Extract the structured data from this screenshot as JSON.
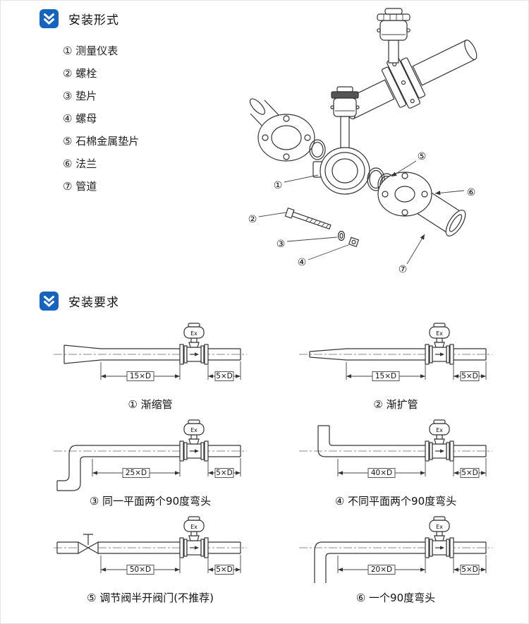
{
  "page": {
    "accent": "#1565c0"
  },
  "section_install_form": {
    "title": "安装形式",
    "parts": [
      "① 测量仪表",
      "② 螺栓",
      "③ 垫片",
      "④ 螺母",
      "⑤ 石棉金属垫片",
      "⑥ 法兰",
      "⑦ 管道"
    ],
    "diagram_labels": [
      "①",
      "②",
      "③",
      "④",
      "⑤",
      "⑥",
      "⑦"
    ]
  },
  "section_install_req": {
    "title": "安装要求",
    "meter_label": "Ex",
    "figures": [
      {
        "caption": "① 渐缩管",
        "upstream": "15×D",
        "downstream": "5×D"
      },
      {
        "caption": "② 渐扩管",
        "upstream": "15×D",
        "downstream": "5×D"
      },
      {
        "caption": "③ 同一平面两个90度弯头",
        "upstream": "25×D",
        "downstream": "5×D"
      },
      {
        "caption": "④ 不同平面两个90度弯头",
        "upstream": "40×D",
        "downstream": "5×D"
      },
      {
        "caption": "⑤ 调节阀半开阀门(不推荐)",
        "upstream": "50×D",
        "downstream": "5×D"
      },
      {
        "caption": "⑥ 一个90度弯头",
        "upstream": "20×D",
        "downstream": "5×D"
      }
    ]
  }
}
